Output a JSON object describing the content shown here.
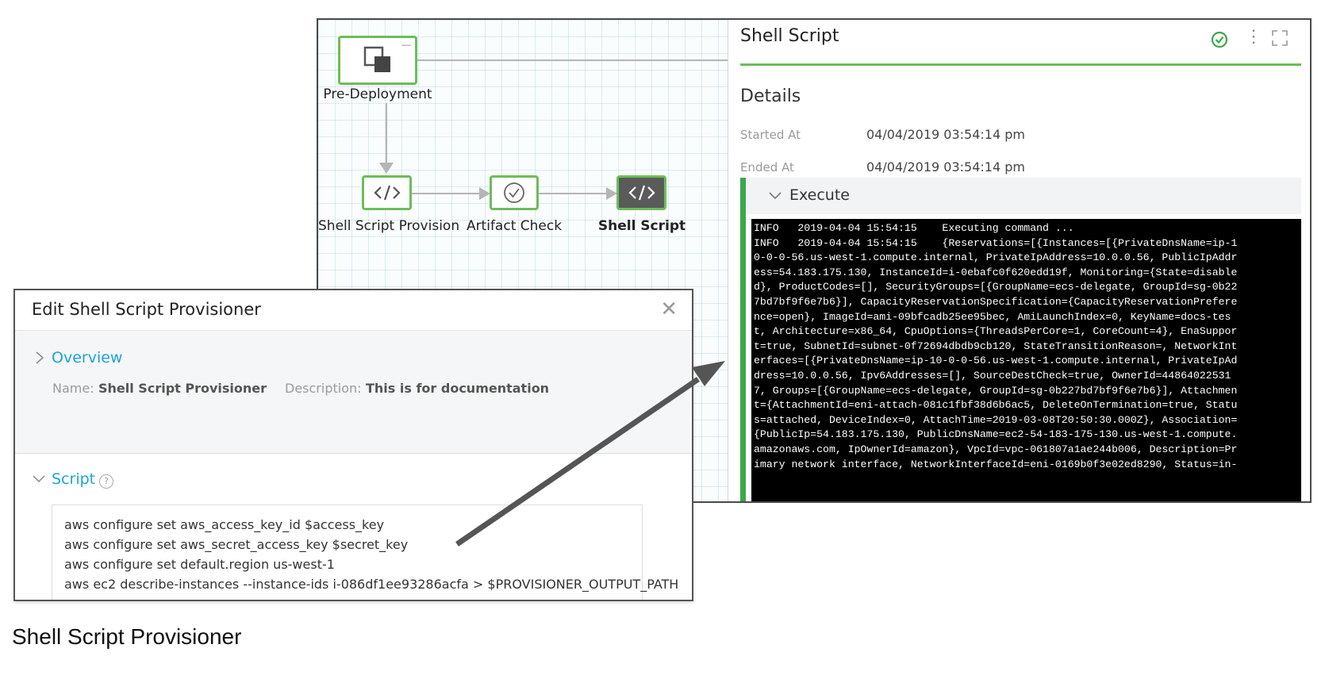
{
  "pipeline": {
    "nodes": [
      {
        "label": "Pre-Deployment",
        "icon": "stage-icon"
      },
      {
        "label": "Shell Script Provision",
        "icon": "code-icon"
      },
      {
        "label": "Artifact Check",
        "icon": "check-circle-icon"
      },
      {
        "label": "Shell Script",
        "icon": "code-icon"
      }
    ]
  },
  "details_panel": {
    "title": "Shell Script",
    "status_icon": "success-check-icon",
    "section_title": "Details",
    "started_label": "Started At",
    "started_value": "04/04/2019 03:54:14 pm",
    "ended_label": "Ended At",
    "ended_value": "04/04/2019 03:54:14 pm",
    "execute": {
      "title": "Execute",
      "log_lines": [
        "INFO   2019-04-04 15:54:15    Executing command ...",
        "INFO   2019-04-04 15:54:15    {Reservations=[{Instances=[{PrivateDnsName=ip-1",
        "0-0-0-56.us-west-1.compute.internal, PrivateIpAddress=10.0.0.56, PublicIpAddr",
        "ess=54.183.175.130, InstanceId=i-0ebafc0f620edd19f, Monitoring={State=disable",
        "d}, ProductCodes=[], SecurityGroups=[{GroupName=ecs-delegate, GroupId=sg-0b22",
        "7bd7bf9f6e7b6}], CapacityReservationSpecification={CapacityReservationPrefere",
        "nce=open}, ImageId=ami-09bfcadb25ee95bec, AmiLaunchIndex=0, KeyName=docs-tes",
        "t, Architecture=x86_64, CpuOptions={ThreadsPerCore=1, CoreCount=4}, EnaSuppor",
        "t=true, SubnetId=subnet-0f72694dbdb9cb120, StateTransitionReason=, NetworkInt",
        "erfaces=[{PrivateDnsName=ip-10-0-0-56.us-west-1.compute.internal, PrivateIpAd",
        "dress=10.0.0.56, Ipv6Addresses=[], SourceDestCheck=true, OwnerId=44864022531",
        "7, Groups=[{GroupName=ecs-delegate, GroupId=sg-0b227bd7bf9f6e7b6}], Attachmen",
        "t={AttachmentId=eni-attach-081c1fbf38d6b6ac5, DeleteOnTermination=true, Statu",
        "s=attached, DeviceIndex=0, AttachTime=2019-03-08T20:50:30.000Z}, Association=",
        "{PublicIp=54.183.175.130, PublicDnsName=ec2-54-183-175-130.us-west-1.compute.",
        "amazonaws.com, IpOwnerId=amazon}, VpcId=vpc-061807a1ae244b006, Description=Pr",
        "imary network interface, NetworkInterfaceId=eni-0169b0f3e02ed8290, Status=in-"
      ]
    }
  },
  "dialog": {
    "title": "Edit Shell Script Provisioner",
    "overview_label": "Overview",
    "name_label": "Name:",
    "name_value": "Shell Script Provisioner",
    "description_label": "Description:",
    "description_value": "This is for documentation",
    "script_label": "Script",
    "script_lines": [
      "aws configure set aws_access_key_id $access_key",
      "aws configure set aws_secret_access_key $secret_key",
      "aws configure set default.region us-west-1",
      "aws ec2 describe-instances --instance-ids i-086df1ee93286acfa > $PROVISIONER_OUTPUT_PATH"
    ]
  },
  "caption": "Shell Script Provisioner",
  "colors": {
    "accent_green": "#6cbd5a",
    "link_blue": "#1aa5d8",
    "terminal_bg": "#000000"
  }
}
